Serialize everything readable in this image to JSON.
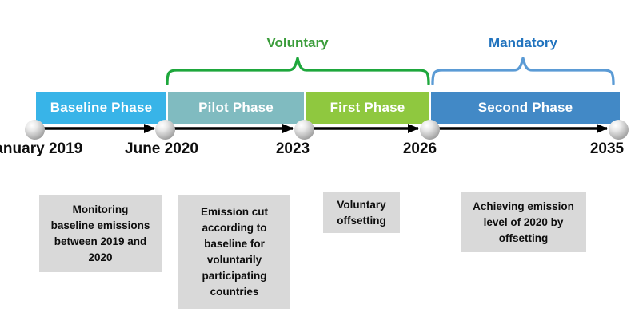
{
  "diagram_type": "timeline",
  "phases": [
    {
      "label": "Baseline Phase",
      "color": "#38B4E8"
    },
    {
      "label": "Pilot Phase",
      "color": "#80BBC0"
    },
    {
      "label": "First Phase",
      "color": "#8FC83F"
    },
    {
      "label": "Second Phase",
      "color": "#4289C6"
    }
  ],
  "braces": [
    {
      "label": "Voluntary",
      "label_color": "#3A9C3A",
      "brace_color": "#1EA73C"
    },
    {
      "label": "Mandatory",
      "label_color": "#2173BE",
      "brace_color": "#5B9BD5"
    }
  ],
  "milestones": [
    {
      "lines": [
        "January",
        "2019"
      ]
    },
    {
      "lines": [
        "June",
        "2020"
      ]
    },
    {
      "lines": [
        "2023"
      ]
    },
    {
      "lines": [
        "2026"
      ]
    },
    {
      "lines": [
        "2035"
      ]
    }
  ],
  "notes": [
    {
      "lines": [
        "Monitoring",
        "baseline emissions",
        "between 2019 and",
        "2020"
      ]
    },
    {
      "lines": [
        "Emission cut",
        "according to",
        "baseline for",
        "voluntarily",
        "participating",
        "countries"
      ]
    },
    {
      "lines": [
        "Voluntary",
        "offsetting"
      ]
    },
    {
      "lines": [
        "Achieving emission",
        "level of 2020 by",
        "offsetting"
      ]
    }
  ],
  "colors": {
    "note_box": "#D9D9D9",
    "arrow": "#000000",
    "milestone_sphere": "#bdbdbd",
    "phase_text": "#ffffff",
    "background": "#ffffff"
  }
}
